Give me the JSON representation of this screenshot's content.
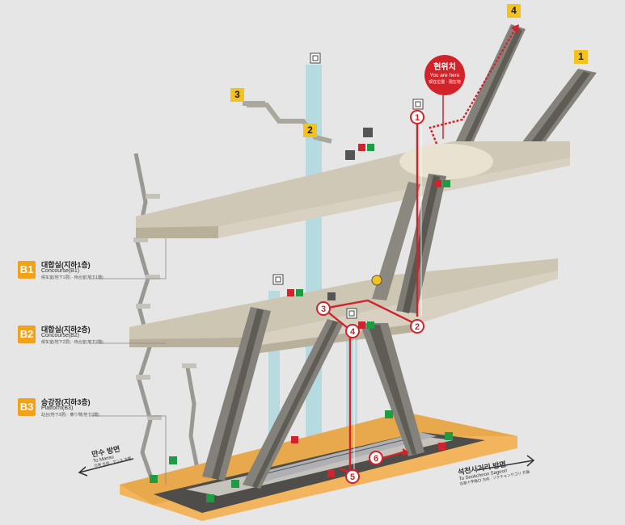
{
  "exits": [
    {
      "number": "1"
    },
    {
      "number": "2"
    },
    {
      "number": "3"
    },
    {
      "number": "4"
    }
  ],
  "floors": [
    {
      "code": "B1",
      "name_ko": "대합실(지하1층)",
      "name_en": "Concourse(B1)",
      "name_sub": "候车室(地下1层) · 待合室(地下1階)"
    },
    {
      "code": "B2",
      "name_ko": "대합실(지하2층)",
      "name_en": "Concourse(B2)",
      "name_sub": "候车室(地下2层) · 待合室(地下2階)"
    },
    {
      "code": "B3",
      "name_ko": "승강장(지하3층)",
      "name_en": "Platform(B3)",
      "name_sub": "站台(地下3层) · 乗り場(地下3階)"
    }
  ],
  "you_are_here": {
    "ko": "현위치",
    "en": "You are here",
    "cjk": "现在位置 · 現在地"
  },
  "directions": {
    "left": {
      "ko": "만수 방면",
      "en": "To Mansu",
      "sub": "万寿 方向 · マンス 方面"
    },
    "right": {
      "ko": "석천사거리 방면",
      "en": "To Seokcheon Sageori",
      "sub": "石泉十字路口 方向 · ソクチョンサゴリ 方面"
    }
  },
  "route_steps": [
    {
      "n": "1"
    },
    {
      "n": "2"
    },
    {
      "n": "3"
    },
    {
      "n": "4"
    },
    {
      "n": "5"
    },
    {
      "n": "6"
    }
  ],
  "colors": {
    "route": "#d3232a",
    "exit_box": "#f4c21c",
    "floor_badge": "#f0a31a",
    "platform": "#f2b45c",
    "concourse": "#d8d1c1",
    "escalator": "#7e7b74",
    "elevator_shaft": "#a9d7de",
    "exit_sign_green": "#1e9b43"
  },
  "icons": [
    "elevator-icon",
    "toilet-icon",
    "information-icon",
    "ticket-machine-icon",
    "emergency-phone-icon",
    "fire-extinguisher-icon",
    "emergency-exit-icon",
    "disabled-toilet-icon"
  ]
}
